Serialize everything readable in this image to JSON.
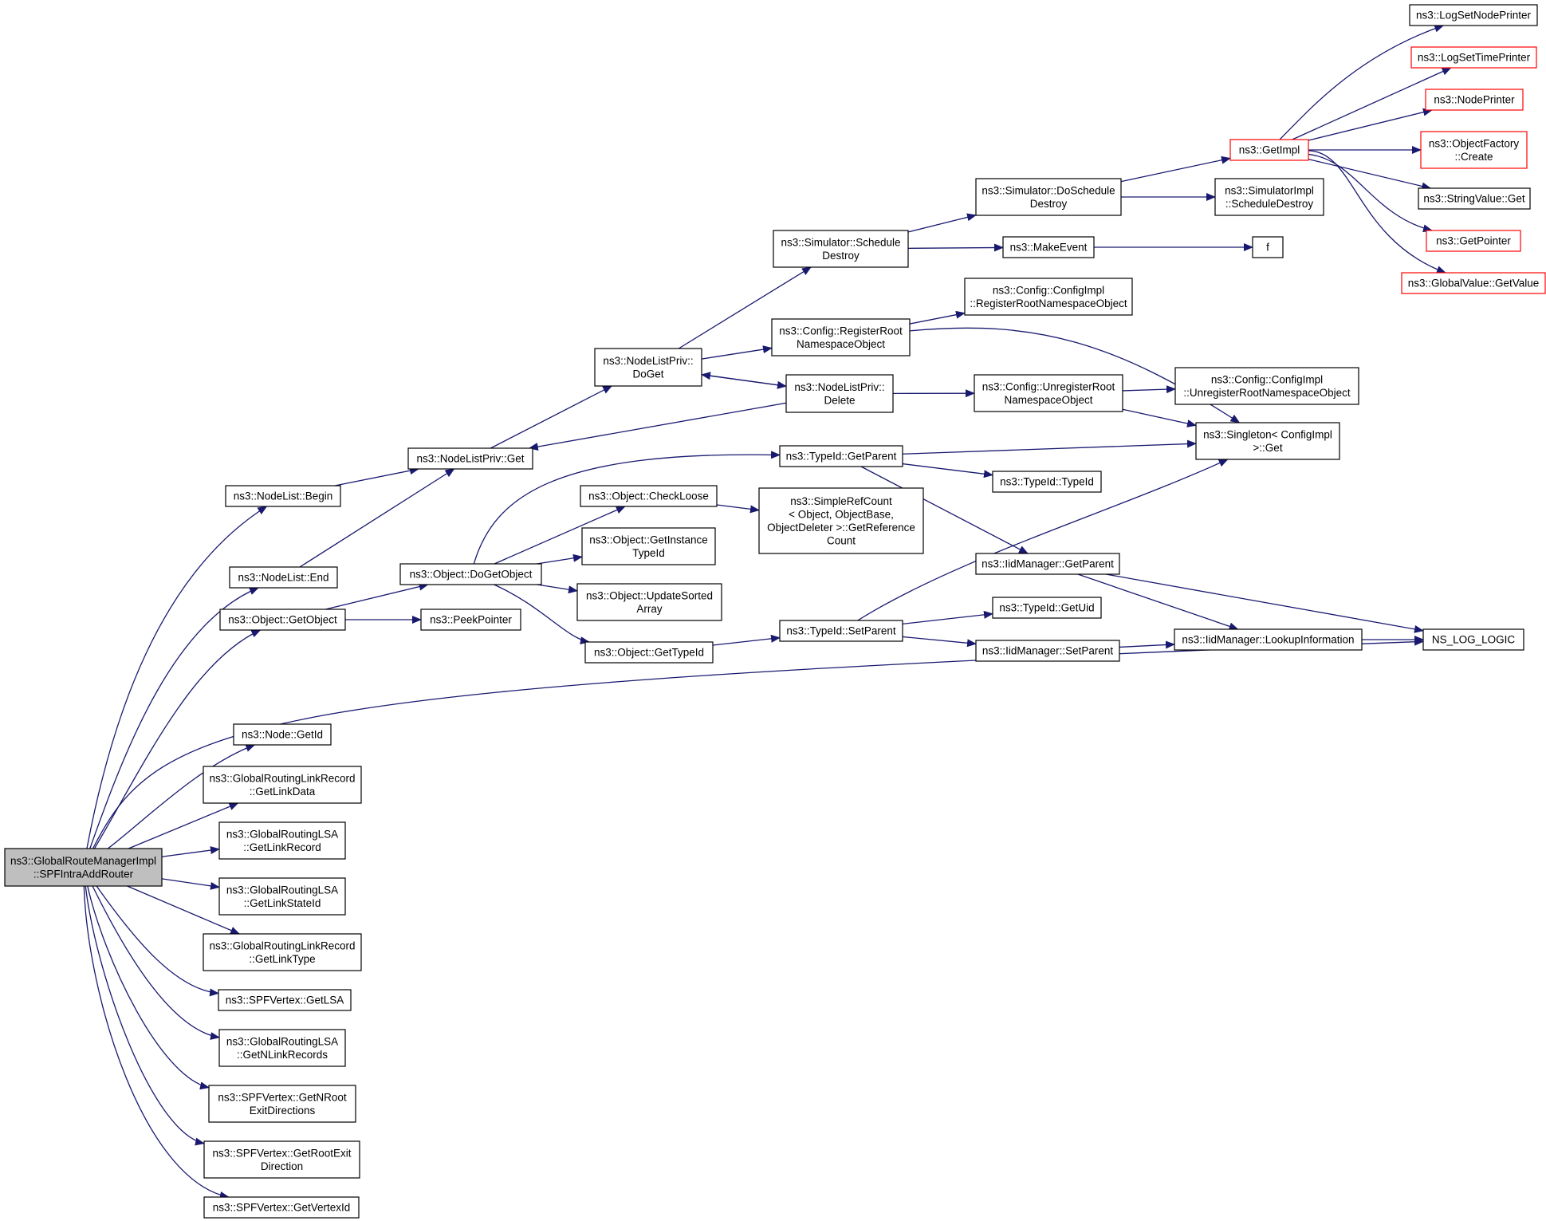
{
  "diagram": {
    "type": "doxygen-call-graph",
    "colors": {
      "edge": "#191970",
      "node_border": "#000000",
      "truncated_node_border": "#ff0000",
      "root_fill": "#bfbfbf",
      "node_fill": "#ffffff",
      "background": "#ffffff"
    },
    "nodes": [
      {
        "id": "root",
        "lines": [
          "ns3::GlobalRouteManagerImpl",
          "::SPFIntraAddRouter"
        ],
        "style": "root"
      },
      {
        "id": "nodelist_begin",
        "lines": [
          "ns3::NodeList::Begin"
        ]
      },
      {
        "id": "nodelist_end",
        "lines": [
          "ns3::NodeList::End"
        ]
      },
      {
        "id": "object_getobject",
        "lines": [
          "ns3::Object::GetObject"
        ]
      },
      {
        "id": "node_getid",
        "lines": [
          "ns3::Node::GetId"
        ]
      },
      {
        "id": "grlr_getlinkdata",
        "lines": [
          "ns3::GlobalRoutingLinkRecord",
          "::GetLinkData"
        ]
      },
      {
        "id": "grlsa_getlinkrecord",
        "lines": [
          "ns3::GlobalRoutingLSA",
          "::GetLinkRecord"
        ]
      },
      {
        "id": "grlsa_getlinkstateid",
        "lines": [
          "ns3::GlobalRoutingLSA",
          "::GetLinkStateId"
        ]
      },
      {
        "id": "grlr_getlinktype",
        "lines": [
          "ns3::GlobalRoutingLinkRecord",
          "::GetLinkType"
        ]
      },
      {
        "id": "spfv_getlsa",
        "lines": [
          "ns3::SPFVertex::GetLSA"
        ]
      },
      {
        "id": "grlsa_getnlinkrecords",
        "lines": [
          "ns3::GlobalRoutingLSA",
          "::GetNLinkRecords"
        ]
      },
      {
        "id": "spfv_getnrootexit",
        "lines": [
          "ns3::SPFVertex::GetNRoot",
          "ExitDirections"
        ]
      },
      {
        "id": "spfv_getrootexit",
        "lines": [
          "ns3::SPFVertex::GetRootExit",
          "Direction"
        ]
      },
      {
        "id": "spfv_getvertexid",
        "lines": [
          "ns3::SPFVertex::GetVertexId"
        ]
      },
      {
        "id": "nlp_get",
        "lines": [
          "ns3::NodeListPriv::Get"
        ]
      },
      {
        "id": "object_dogetobject",
        "lines": [
          "ns3::Object::DoGetObject"
        ]
      },
      {
        "id": "peekpointer",
        "lines": [
          "ns3::PeekPointer"
        ]
      },
      {
        "id": "nlp_doget",
        "lines": [
          "ns3::NodeListPriv::",
          "DoGet"
        ]
      },
      {
        "id": "object_checkloose",
        "lines": [
          "ns3::Object::CheckLoose"
        ]
      },
      {
        "id": "object_getinstancetypeid",
        "lines": [
          "ns3::Object::GetInstance",
          "TypeId"
        ]
      },
      {
        "id": "object_updatesortedarray",
        "lines": [
          "ns3::Object::UpdateSorted",
          "Array"
        ]
      },
      {
        "id": "object_gettypeid",
        "lines": [
          "ns3::Object::GetTypeId"
        ]
      },
      {
        "id": "sim_scheduledestroy",
        "lines": [
          "ns3::Simulator::Schedule",
          "Destroy"
        ]
      },
      {
        "id": "config_registerroot",
        "lines": [
          "ns3::Config::RegisterRoot",
          "NamespaceObject"
        ]
      },
      {
        "id": "nlp_delete",
        "lines": [
          "ns3::NodeListPriv::",
          "Delete"
        ]
      },
      {
        "id": "typeid_getparent",
        "lines": [
          "ns3::TypeId::GetParent"
        ]
      },
      {
        "id": "simplerefcount",
        "lines": [
          "ns3::SimpleRefCount",
          "< Object, ObjectBase,",
          "ObjectDeleter >::GetReference",
          "Count"
        ]
      },
      {
        "id": "typeid_setparent",
        "lines": [
          "ns3::TypeId::SetParent"
        ]
      },
      {
        "id": "sim_doscheduledestroy",
        "lines": [
          "ns3::Simulator::DoSchedule",
          "Destroy"
        ]
      },
      {
        "id": "makeevent",
        "lines": [
          "ns3::MakeEvent"
        ]
      },
      {
        "id": "configimpl_register",
        "lines": [
          "ns3::Config::ConfigImpl",
          "::RegisterRootNamespaceObject"
        ]
      },
      {
        "id": "config_unregisterroot",
        "lines": [
          "ns3::Config::UnregisterRoot",
          "NamespaceObject"
        ]
      },
      {
        "id": "typeid_typeid",
        "lines": [
          "ns3::TypeId::TypeId"
        ]
      },
      {
        "id": "iidmanager_getparent",
        "lines": [
          "ns3::IidManager::GetParent"
        ]
      },
      {
        "id": "typeid_getuid",
        "lines": [
          "ns3::TypeId::GetUid"
        ]
      },
      {
        "id": "iidmanager_setparent",
        "lines": [
          "ns3::IidManager::SetParent"
        ]
      },
      {
        "id": "getimpl",
        "lines": [
          "ns3::GetImpl"
        ],
        "style": "truncated"
      },
      {
        "id": "simimpl_scheduledestroy",
        "lines": [
          "ns3::SimulatorImpl",
          "::ScheduleDestroy"
        ]
      },
      {
        "id": "f",
        "lines": [
          "f"
        ]
      },
      {
        "id": "configimpl_unregister",
        "lines": [
          "ns3::Config::ConfigImpl",
          "::UnregisterRootNamespaceObject"
        ]
      },
      {
        "id": "singleton_get",
        "lines": [
          "ns3::Singleton< ConfigImpl",
          ">::Get"
        ]
      },
      {
        "id": "iidmanager_lookup",
        "lines": [
          "ns3::IidManager::LookupInformation"
        ]
      },
      {
        "id": "logsetnodeprinter",
        "lines": [
          "ns3::LogSetNodePrinter"
        ]
      },
      {
        "id": "logsettimeprinter",
        "lines": [
          "ns3::LogSetTimePrinter"
        ],
        "style": "truncated"
      },
      {
        "id": "nodeprinter",
        "lines": [
          "ns3::NodePrinter"
        ],
        "style": "truncated"
      },
      {
        "id": "objectfactory_create",
        "lines": [
          "ns3::ObjectFactory",
          "::Create"
        ],
        "style": "truncated"
      },
      {
        "id": "stringvalue_get",
        "lines": [
          "ns3::StringValue::Get"
        ]
      },
      {
        "id": "getpointer",
        "lines": [
          "ns3::GetPointer"
        ],
        "style": "truncated"
      },
      {
        "id": "globalvalue_getvalue",
        "lines": [
          "ns3::GlobalValue::GetValue"
        ],
        "style": "truncated"
      },
      {
        "id": "ns_log_logic",
        "lines": [
          "NS_LOG_LOGIC"
        ]
      }
    ]
  }
}
